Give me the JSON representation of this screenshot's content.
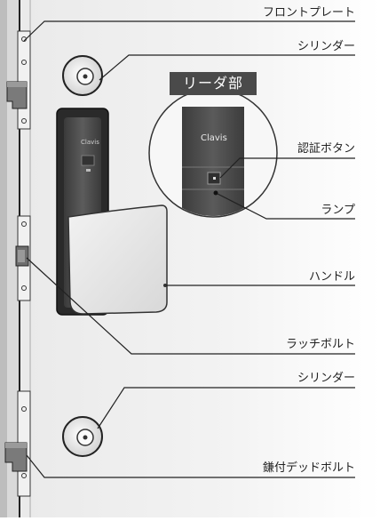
{
  "labels": {
    "front_plate": "フロントプレート",
    "cylinder_top": "シリンダー",
    "reader_section": "リーダ部",
    "auth_button": "認証ボタン",
    "lamp": "ランプ",
    "handle": "ハンドル",
    "latch_bolt": "ラッチボルト",
    "cylinder_bottom": "シリンダー",
    "deadbolt": "鎌付デッドボルト"
  },
  "brand": {
    "logo": "Clavis"
  },
  "colors": {
    "door": "#eeeeee",
    "frame": "#1e1e1e",
    "reader_body": "#4d4d4d",
    "handle": "#e6e6e6",
    "tag_bg": "#4a4a4a",
    "leader_line": "#222222"
  }
}
